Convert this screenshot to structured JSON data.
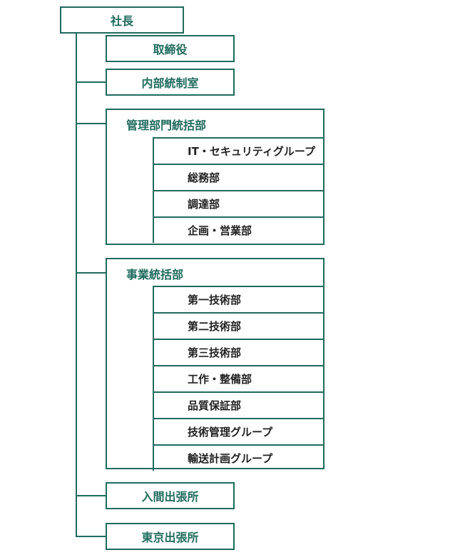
{
  "president": "社長",
  "board": "取締役",
  "internal_control": "内部統制室",
  "management_division": {
    "title": "管理部門統括部",
    "departments": [
      "IT・セキュリティグループ",
      "総務部",
      "調達部",
      "企画・営業部"
    ]
  },
  "business_division": {
    "title": "事業統括部",
    "departments": [
      "第一技術部",
      "第二技術部",
      "第三技術部",
      "工作・整備部",
      "品質保証部",
      "技術管理グループ",
      "輸送計画グループ"
    ]
  },
  "iruma_office": "入間出張所",
  "tokyo_office": "東京出張所",
  "colors": {
    "accent": "#1f6b5e",
    "text": "#222222"
  }
}
